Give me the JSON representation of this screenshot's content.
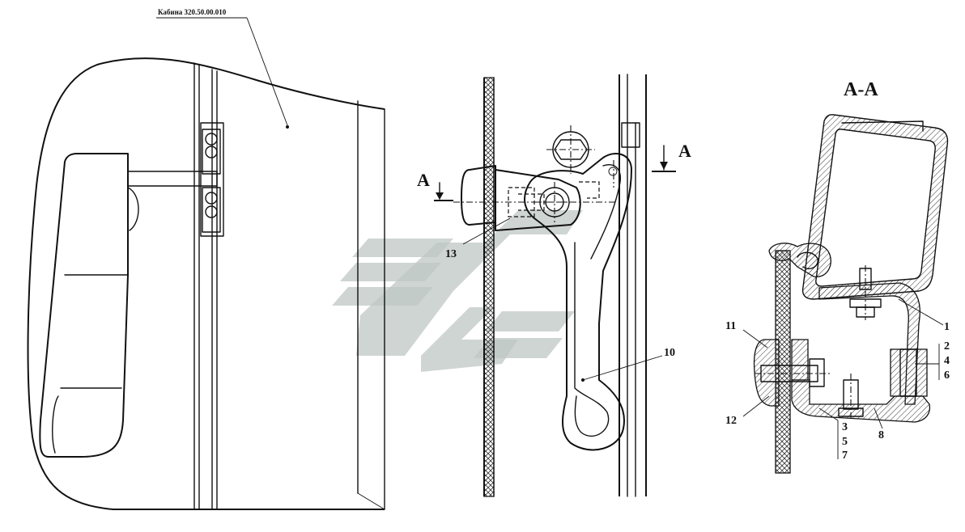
{
  "title_block": {
    "cabin_label": "Кабина 320.50.00.010"
  },
  "section": {
    "title": "А-А",
    "marker_left": "А",
    "marker_right": "А"
  },
  "callouts": {
    "c1": "1",
    "c2": "2",
    "c3": "3",
    "c4": "4",
    "c5": "5",
    "c6": "6",
    "c7": "7",
    "c8": "8",
    "c10": "10",
    "c11": "11",
    "c12": "12",
    "c13": "13"
  },
  "colors": {
    "ink": "#111111",
    "watermark": "#bfc7c4",
    "hatch": "#333333"
  }
}
